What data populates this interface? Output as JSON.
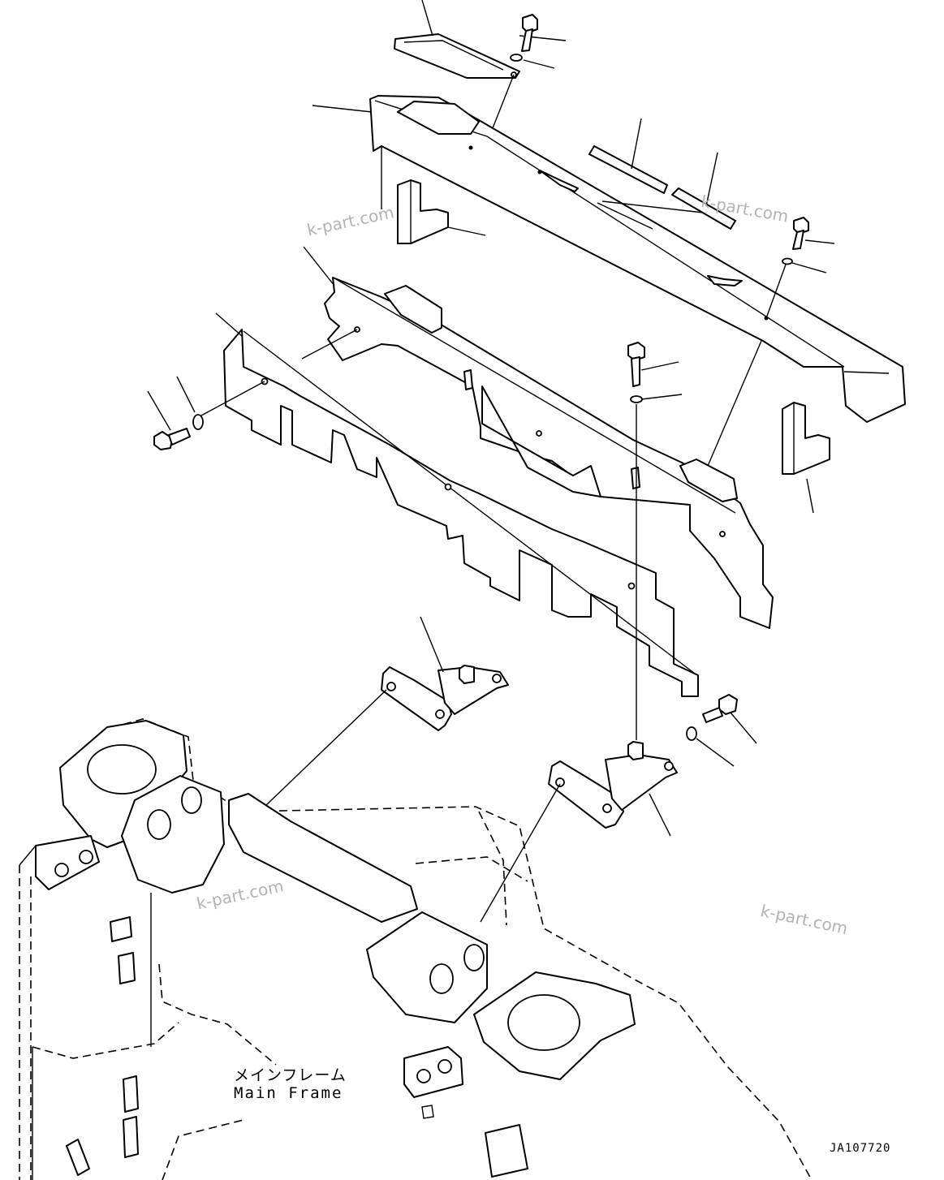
{
  "drawing": {
    "code": "JA107720",
    "main_frame_label_jp": "メインフレーム",
    "main_frame_label_en": "Main Frame"
  },
  "watermarks": [
    "k-part.com",
    "k-part.com",
    "k-part.com",
    "k-part.com"
  ],
  "colors": {
    "line": "#000000",
    "background": "#ffffff",
    "watermark": "#b3b3b3"
  }
}
